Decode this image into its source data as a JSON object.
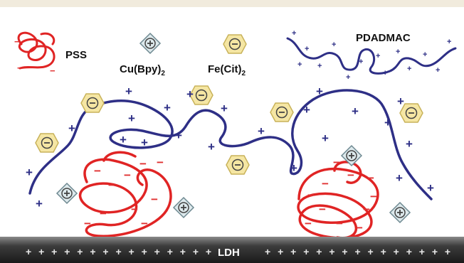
{
  "legend": {
    "pss": "PSS",
    "cu_prefix": "Cu(Bpy)",
    "cu_sub": "2",
    "fe_prefix": "Fe(Cit)",
    "fe_sub": "2",
    "pdadmac": "PDADMAC"
  },
  "substrate": {
    "label": "LDH",
    "left_charges": "+ + + + + + + + + + + + + + +",
    "right_charges": "+ + + + + + + + + + + + + + +"
  },
  "symbols": {
    "plus": "+",
    "minus": "−"
  },
  "colors": {
    "pss": "#e02424",
    "pdadmac": "#2e2f86",
    "fe_hexagon": "#f5e6a3",
    "cu_diamond": "#dde9ec",
    "substrate": "#3a3a3a"
  }
}
